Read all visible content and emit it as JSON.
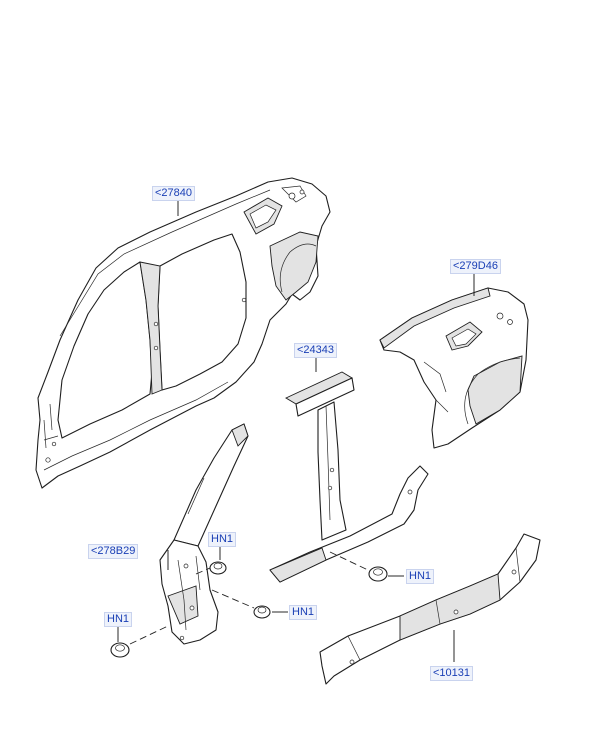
{
  "callouts": {
    "bodyside_outer": "<27840",
    "quarter_inner": "<279D46",
    "b_pillar": "<24343",
    "a_pillar": "<278B29",
    "rocker": "<10131",
    "hn1_a": "HN1",
    "hn1_b": "HN1",
    "hn1_c": "HN1",
    "hn1_d": "HN1"
  }
}
